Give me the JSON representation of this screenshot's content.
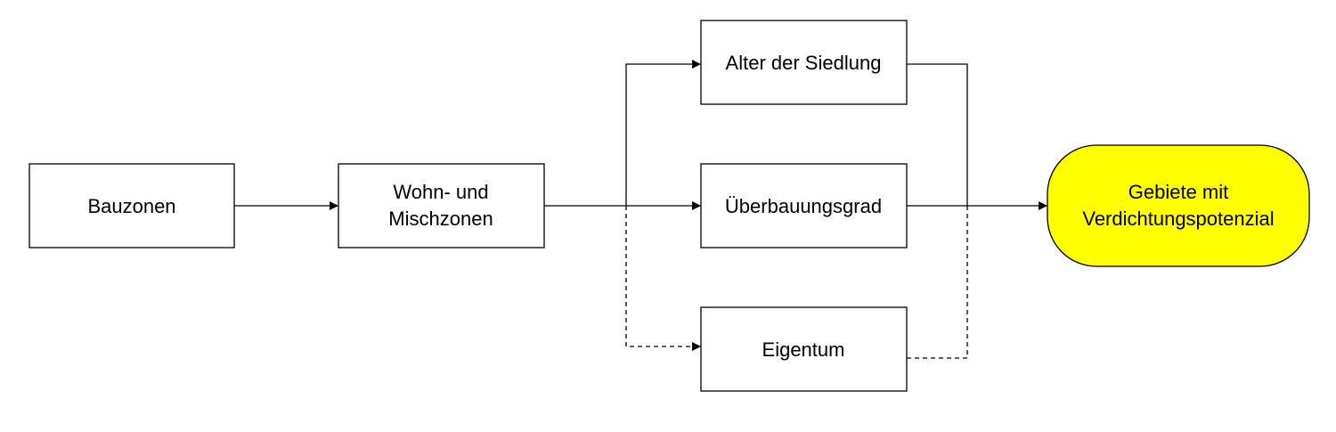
{
  "diagram": {
    "nodes": {
      "bauzonen": {
        "lines": [
          "Bauzonen"
        ]
      },
      "wohn_misch": {
        "lines": [
          "Wohn- und",
          "Mischzonen"
        ]
      },
      "alter": {
        "lines": [
          "Alter der Siedlung"
        ]
      },
      "ueberbauung": {
        "lines": [
          "Überbauungsgrad"
        ]
      },
      "eigentum": {
        "lines": [
          "Eigentum"
        ]
      },
      "ergebnis": {
        "lines": [
          "Gebiete mit",
          "Verdichtungspotenzial"
        ]
      }
    },
    "edges": [
      {
        "from": "Bauzonen",
        "to": "Wohn- und Mischzonen",
        "style": "solid"
      },
      {
        "from": "Wohn- und Mischzonen",
        "to": "Alter der Siedlung",
        "style": "solid"
      },
      {
        "from": "Wohn- und Mischzonen",
        "to": "Überbauungsgrad",
        "style": "solid"
      },
      {
        "from": "Wohn- und Mischzonen",
        "to": "Eigentum",
        "style": "dashed"
      },
      {
        "from": "Alter der Siedlung",
        "to": "Gebiete mit Verdichtungspotenzial",
        "style": "solid"
      },
      {
        "from": "Überbauungsgrad",
        "to": "Gebiete mit Verdichtungspotenzial",
        "style": "solid"
      },
      {
        "from": "Eigentum",
        "to": "Gebiete mit Verdichtungspotenzial",
        "style": "dashed"
      }
    ],
    "colors": {
      "stroke": "#000000",
      "box_fill": "#ffffff",
      "result_fill": "#ffff00"
    }
  }
}
